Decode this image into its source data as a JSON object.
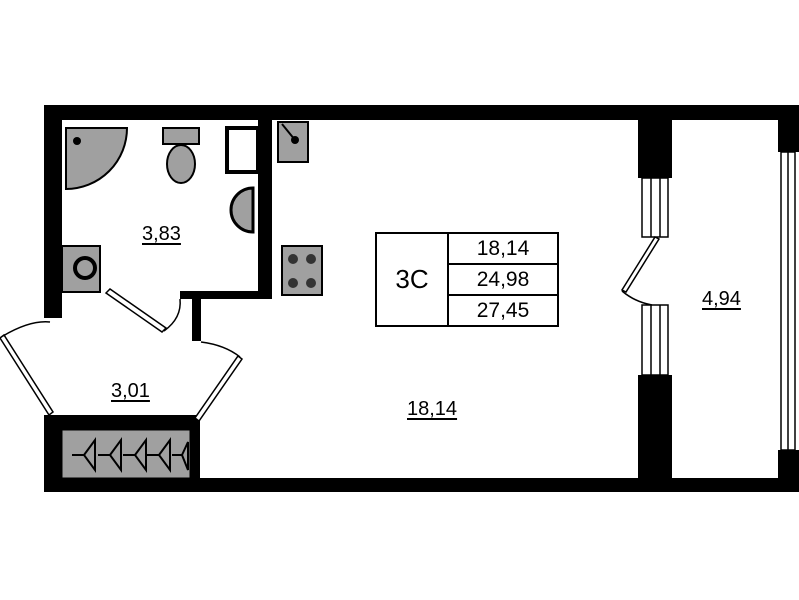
{
  "apartment": {
    "type_code": "3C",
    "living_area": "18,14",
    "total_area": "24,98",
    "total_area_with_balcony": "27,45"
  },
  "rooms": [
    {
      "name": "bathroom",
      "area": "3,83"
    },
    {
      "name": "hallway",
      "area": "3,01"
    },
    {
      "name": "living-room",
      "area": "18,14"
    },
    {
      "name": "balcony",
      "area": "4,94"
    }
  ],
  "colors": {
    "wall": "#000000",
    "fixture": "#a0a0a0",
    "background": "#ffffff"
  }
}
